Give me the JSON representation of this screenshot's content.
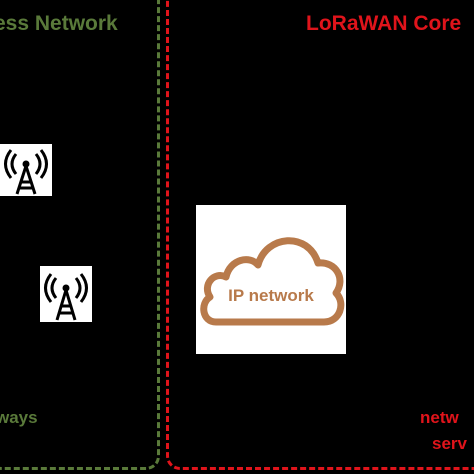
{
  "regions": {
    "wireless": {
      "title": "ess Network",
      "color": "#5a7a3a"
    },
    "core": {
      "title": "LoRaWAN Core",
      "color": "#e0141b"
    }
  },
  "nodes": {
    "gateway_tower_1": {
      "icon": "radio-tower-icon"
    },
    "gateway_tower_2": {
      "icon": "radio-tower-icon"
    },
    "ip_cloud": {
      "icon": "cloud-icon",
      "label": "IP network",
      "color": "#b87a4b"
    }
  },
  "labels": {
    "gateways": "ways",
    "network_server_line1": "netw",
    "network_server_line2": "serv"
  }
}
